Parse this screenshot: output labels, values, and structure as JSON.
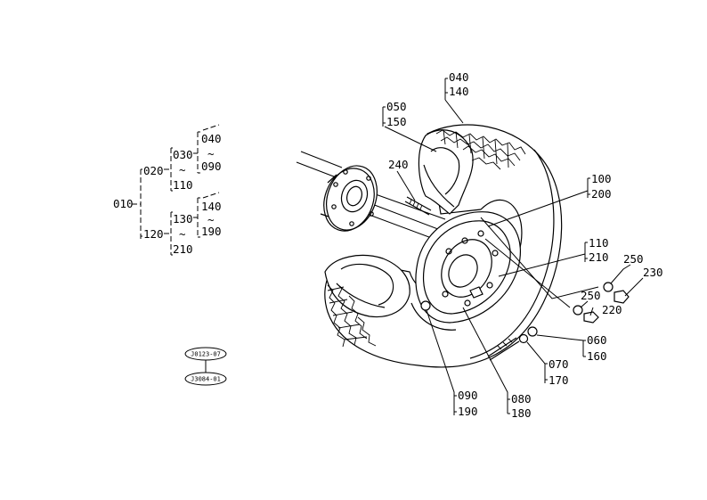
{
  "tree": {
    "root": "010",
    "groups": [
      {
        "code": "020",
        "sub": "030",
        "tilde": "~",
        "end": "110",
        "range_from": "040",
        "range_tilde": "~",
        "range_to": "090"
      },
      {
        "code": "120",
        "sub": "130",
        "tilde": "~",
        "end": "210",
        "range_from": "140",
        "range_tilde": "~",
        "range_to": "190"
      }
    ]
  },
  "refs": [
    "J0123-07",
    "J3084-01"
  ],
  "callouts": {
    "c040": "040",
    "c140": "140",
    "c050": "050",
    "c150": "150",
    "c240": "240",
    "c100": "100",
    "c200": "200",
    "c110": "110",
    "c210": "210",
    "c250a": "250",
    "c230": "230",
    "c250b": "250",
    "c220": "220",
    "c060": "060",
    "c160": "160",
    "c070": "070",
    "c170": "170",
    "c080": "080",
    "c180": "180",
    "c090": "090",
    "c190": "190"
  }
}
